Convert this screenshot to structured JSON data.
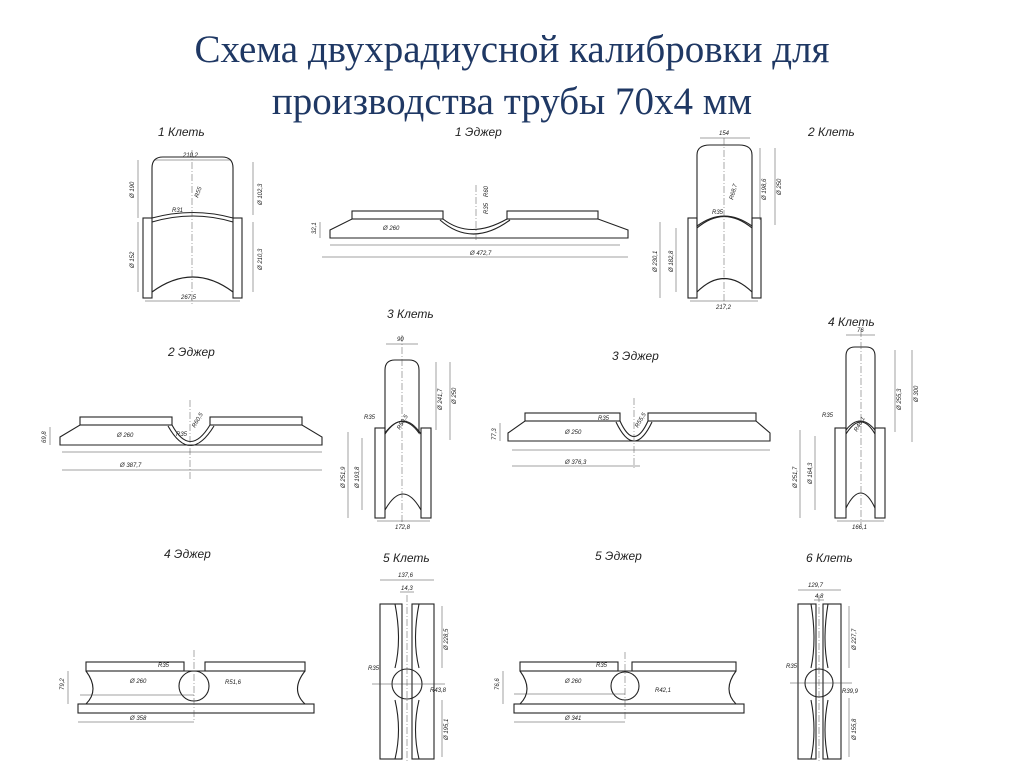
{
  "title": {
    "line1": "Схема двухрадиусной калибровки для",
    "line2": "производства трубы 70х4 мм"
  },
  "views": [
    {
      "label": "1 Клеть",
      "dims": [
        "210,2",
        "Ø 190",
        "Ø 152",
        "R31",
        "R55",
        "Ø 102,3",
        "Ø 210,3",
        "267,5"
      ]
    },
    {
      "label": "1 Эджер",
      "dims": [
        "32,1",
        "Ø 260",
        "Ø 472,7",
        "R35",
        "R60"
      ]
    },
    {
      "label": "2 Клеть",
      "dims": [
        "154",
        "R68,7",
        "R35",
        "Ø 198,6",
        "Ø 250",
        "Ø 230,1",
        "Ø 182,8",
        "217,2"
      ]
    },
    {
      "label": "2 Эджер",
      "dims": [
        "69,8",
        "Ø 260",
        "Ø 387,7",
        "R35",
        "R60,5"
      ]
    },
    {
      "label": "3 Клеть",
      "dims": [
        "90",
        "R35",
        "R50,5",
        "Ø 241,7",
        "Ø 250",
        "Ø 251,9",
        "Ø 193,8",
        "172,8"
      ]
    },
    {
      "label": "3 Эджер",
      "dims": [
        "77,3",
        "Ø 250",
        "Ø 376,3",
        "R35",
        "R55,5"
      ]
    },
    {
      "label": "4 Клеть",
      "dims": [
        "76",
        "R35",
        "R48,1",
        "Ø 255,3",
        "Ø 300",
        "Ø 251,7",
        "Ø 164,3",
        "166,1"
      ]
    },
    {
      "label": "4 Эджер",
      "dims": [
        "79,2",
        "Ø 260",
        "Ø 358",
        "R35",
        "R51,6"
      ]
    },
    {
      "label": "5 Клеть",
      "dims": [
        "137,6",
        "14,3",
        "R35",
        "R43,8",
        "Ø 228,5",
        "Ø 195,1"
      ]
    },
    {
      "label": "5 Эджер",
      "dims": [
        "76,6",
        "Ø 260",
        "Ø 341",
        "R35",
        "R42,1"
      ]
    },
    {
      "label": "6 Клеть",
      "dims": [
        "129,7",
        "4,8",
        "R35",
        "R39,9",
        "Ø 227,7",
        "Ø 155,8"
      ]
    }
  ]
}
